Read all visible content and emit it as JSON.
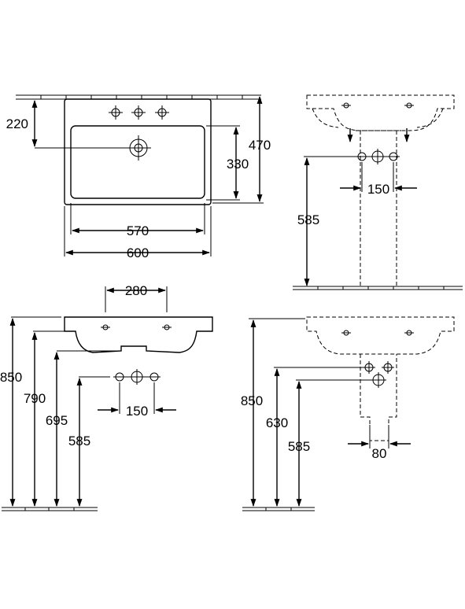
{
  "diagram": {
    "top_view": {
      "dim_220": "220",
      "dim_470": "470",
      "dim_330": "330",
      "dim_570": "570",
      "dim_600": "600"
    },
    "side_pedestal_view": {
      "dim_585": "585",
      "dim_150": "150"
    },
    "front_view": {
      "dim_280": "280",
      "dim_850": "850",
      "dim_790": "790",
      "dim_695": "695",
      "dim_585": "585",
      "dim_150": "150"
    },
    "front_pedestal_view": {
      "dim_850": "850",
      "dim_630": "630",
      "dim_585": "585",
      "dim_80": "80"
    }
  }
}
